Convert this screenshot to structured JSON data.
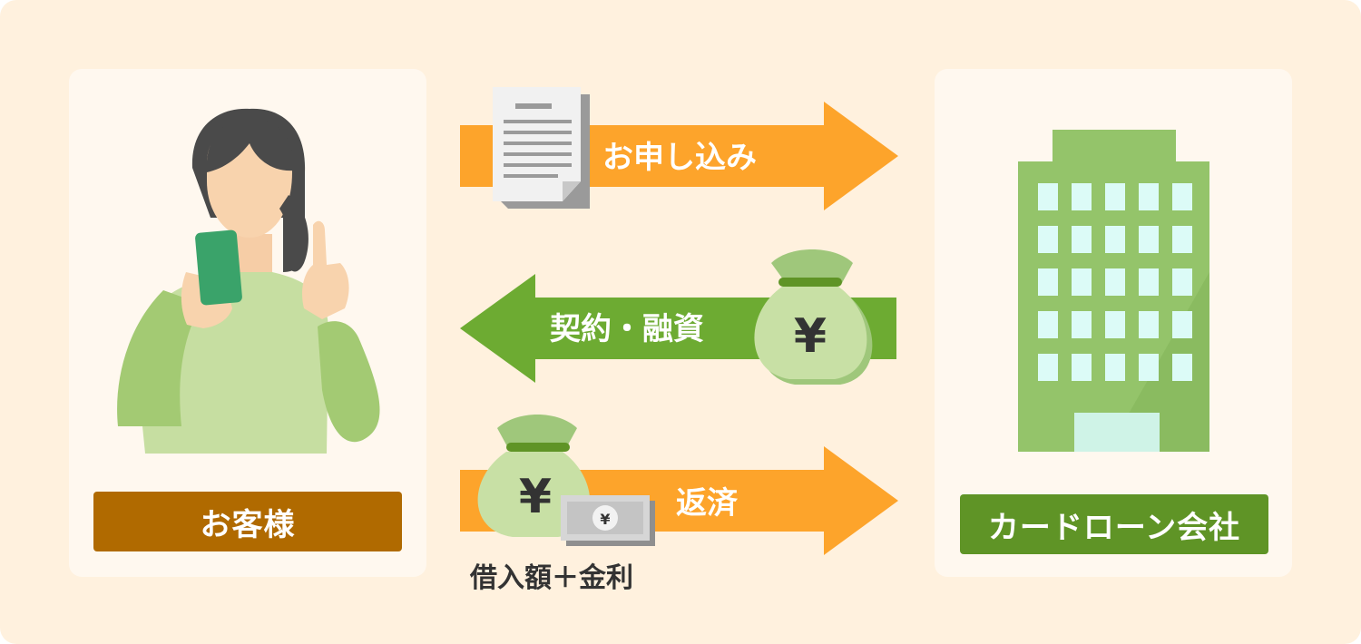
{
  "customer": {
    "label": "お客様"
  },
  "company": {
    "label": "カードローン会社"
  },
  "flows": {
    "application": {
      "label": "お申し込み"
    },
    "contract": {
      "label": "契約・融資"
    },
    "repayment": {
      "label": "返済",
      "note": "借入額＋金利"
    }
  },
  "symbols": {
    "yen": "¥"
  },
  "colors": {
    "background": "#fff1de",
    "panel": "#fff8ef",
    "orange_arrow": "#fda42b",
    "green_arrow": "#6dab32",
    "customer_label": "#b06a00",
    "company_label": "#5f9426",
    "building": "#94c46a"
  }
}
